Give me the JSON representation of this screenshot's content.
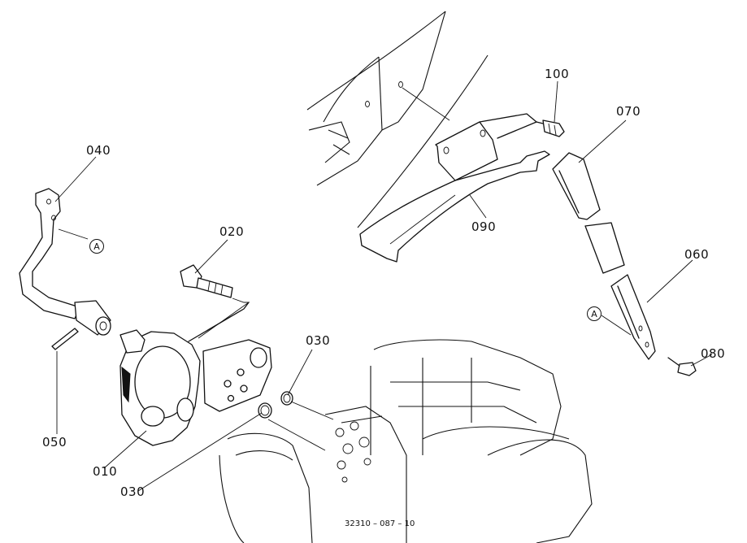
{
  "parts": [
    {
      "id": "part-010",
      "label": "010"
    },
    {
      "id": "part-020",
      "label": "020"
    },
    {
      "id": "part-030a",
      "label": "030"
    },
    {
      "id": "part-030b",
      "label": "030"
    },
    {
      "id": "part-040",
      "label": "040"
    },
    {
      "id": "part-050",
      "label": "050"
    },
    {
      "id": "part-060",
      "label": "060"
    },
    {
      "id": "part-070",
      "label": "070"
    },
    {
      "id": "part-080",
      "label": "080"
    },
    {
      "id": "part-090",
      "label": "090"
    },
    {
      "id": "part-100",
      "label": "100"
    }
  ],
  "callouts": [
    {
      "id": "ref-a-left",
      "label": "A"
    },
    {
      "id": "ref-a-right",
      "label": "A"
    }
  ],
  "drawing_code": "32310 – 087 – 10"
}
